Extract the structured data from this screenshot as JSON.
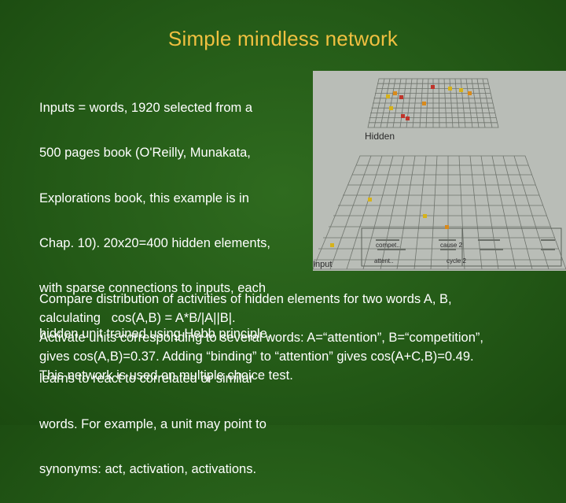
{
  "slide": {
    "title": "Simple mindless network",
    "intro_lines": [
      "Inputs = words, 1920 selected from a",
      "500 pages book (O'Reilly, Munakata,",
      "Explorations book, this example is in",
      "Chap. 10).  20x20=400 hidden elements,",
      "with sparse connections to inputs, each",
      "hidden unit trained using Hebb principle,",
      "learns to react to correlated or similar",
      "words. For example, a unit may point to",
      "synonyms: act, activation, activations."
    ],
    "outro_lines": [
      "Compare distribution of activities of hidden elements for two words A, B,",
      "calculating   cos(A,B) = A*B/|A||B|.",
      "Activate units corresponding to several words: A=“attention”, B=“competition”,",
      "gives cos(A,B)=0.37. Adding “binding” to “attention” gives cos(A+C,B)=0.49.",
      "This network is used on multiple choice test."
    ]
  },
  "figure": {
    "hidden_label": "Hidden",
    "input_label": "Input",
    "sub_labels": [
      "attent..",
      "compet..",
      "cause 2",
      "cycle 2"
    ],
    "colors": {
      "background": "#b9bdb7",
      "grid": "#6f746d",
      "active_yellow": "#d6b21a",
      "active_red": "#c0342a",
      "active_orange": "#d98a1c"
    }
  }
}
